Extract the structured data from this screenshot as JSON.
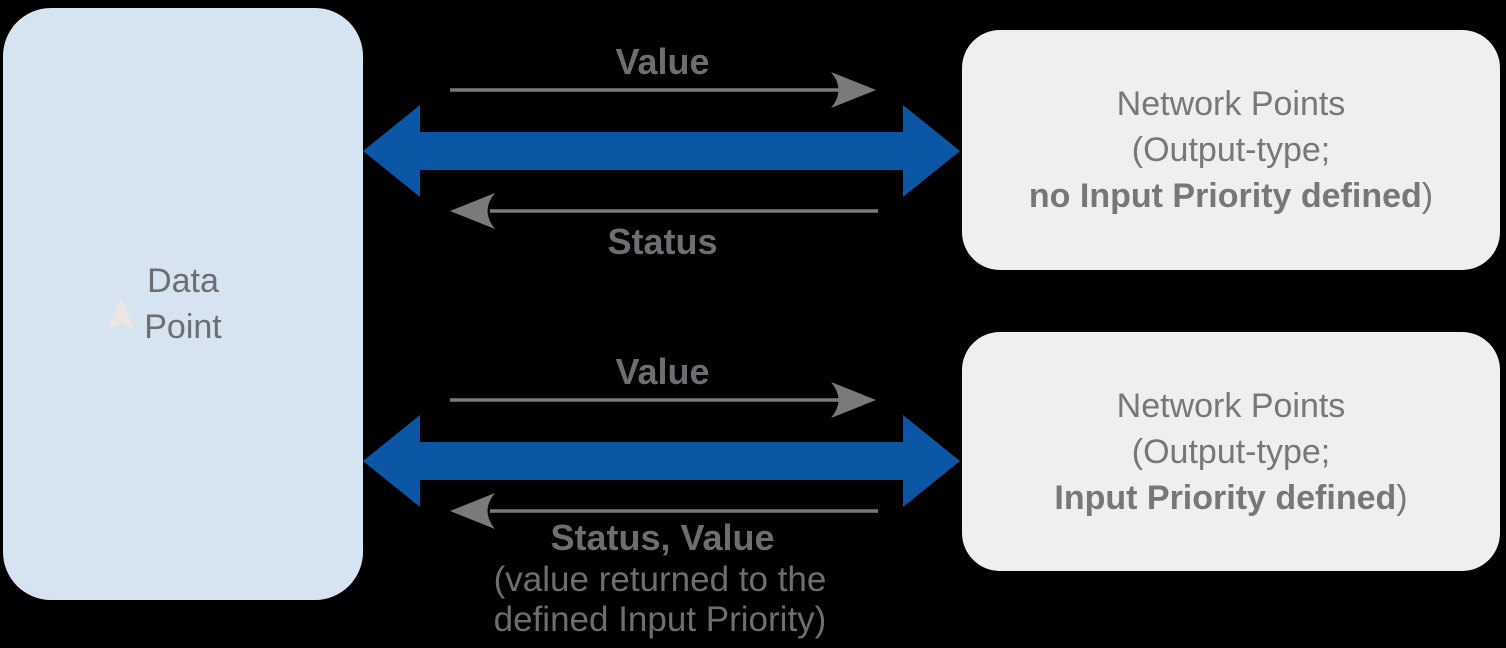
{
  "colors": {
    "background": "#000000",
    "blue_arrow": "#0b57a6",
    "thin_arrow": "#7a7a7a",
    "left_box_bg": "#d6e3f0",
    "right_box_bg": "#efefef",
    "label_text": "#6d6e71",
    "box_text": "#77777a",
    "cursor_icon": "#eae7e2"
  },
  "left_box": {
    "line1": "Data",
    "line2": "Point"
  },
  "icons": {
    "cursor": "up-cursor-arrow"
  },
  "top_flow": {
    "value_label": "Value",
    "status_label": "Status"
  },
  "bottom_flow": {
    "value_label": "Value",
    "status_label": "Status, Value",
    "note_line1": "(value returned to the",
    "note_line2": "defined Input Priority)"
  },
  "top_right_box": {
    "line1": "Network Points",
    "line2": "(Output-type;",
    "line3_bold": "no Input Priority defined",
    "line3_close": ")"
  },
  "bottom_right_box": {
    "line1": "Network Points",
    "line2": "(Output-type;",
    "line3_bold": "Input Priority defined",
    "line3_close": ")"
  }
}
